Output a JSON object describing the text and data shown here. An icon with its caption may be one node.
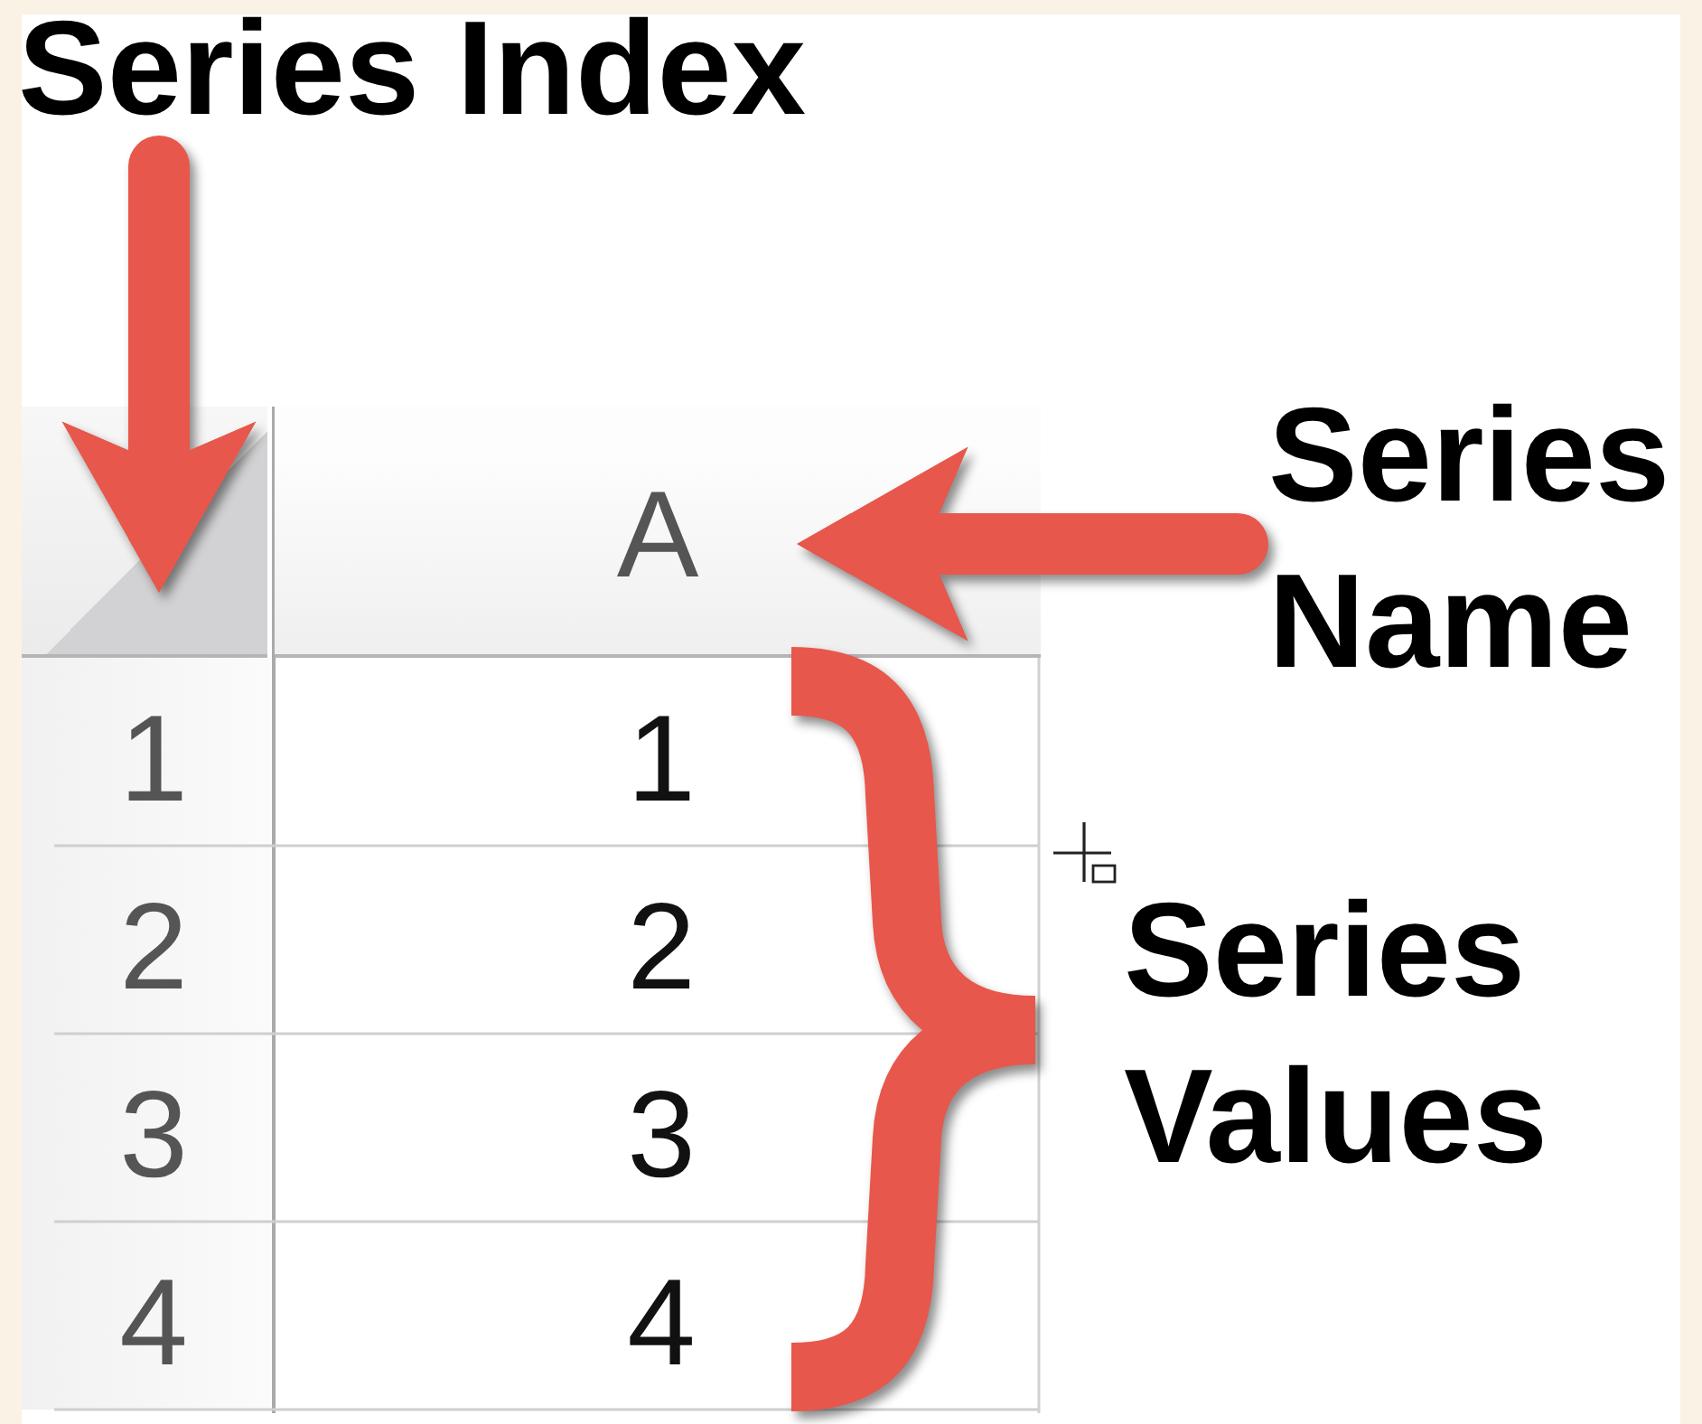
{
  "diagram": {
    "nodes": [
      {
        "text": [
          "Series Index"
        ]
      },
      {
        "text": [],
        "shape": "box"
      },
      {
        "text": [
          "A"
        ]
      },
      {
        "text": [
          "Series Name"
        ]
      }
    ],
    "edges": [
      {
        "from": 0,
        "to": 1,
        "arrow": "to"
      },
      {
        "from": 3,
        "to": 2,
        "arrow": "to"
      }
    ],
    "labels": [
      "1",
      "1",
      "2",
      "2",
      "3",
      "3",
      "4",
      "4",
      "Series Values"
    ]
  }
}
